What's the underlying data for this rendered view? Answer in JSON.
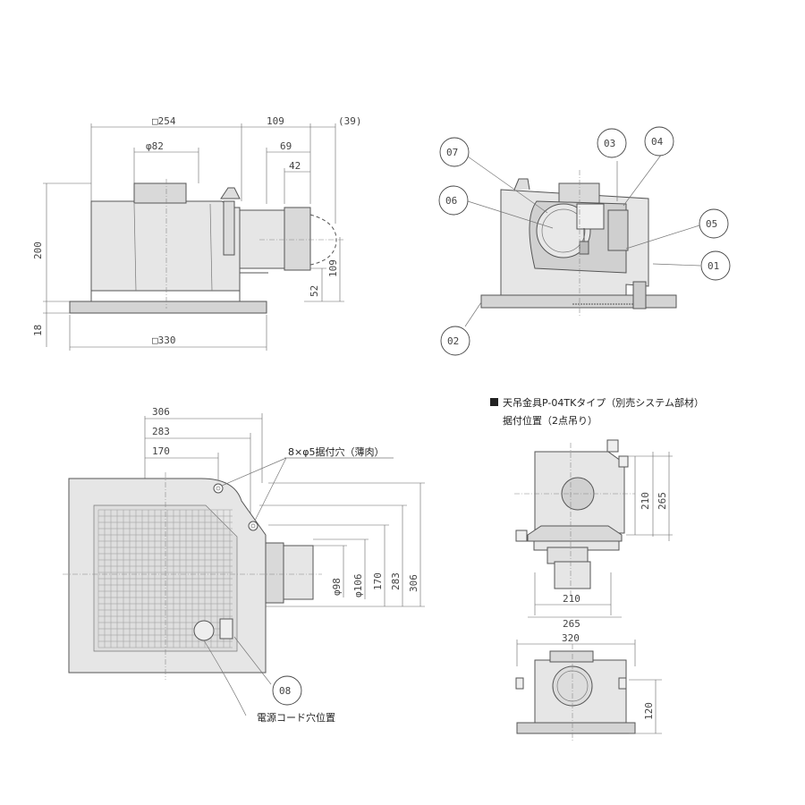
{
  "dimensions": {
    "top_view": {
      "width_254": "□254",
      "d109": "109",
      "d39": "(39)",
      "dia82": "φ82",
      "d69": "69",
      "d42": "42",
      "h200": "200",
      "h18": "18",
      "d52": "52",
      "d109v": "109",
      "width_330": "□330"
    },
    "plan_view": {
      "d306": "306",
      "d283": "283",
      "d170": "170",
      "holes_label": "8×φ5据付穴（薄肉）",
      "dia98": "φ98",
      "dia106": "φ106",
      "v170": "170",
      "v283": "283",
      "v306": "306",
      "cord_label": "電源コード穴位置"
    },
    "bracket": {
      "title_line1": "天吊金具P-04TKタイプ（別売システム部材）",
      "title_line2": "据付位置（2点吊り）",
      "v210": "210",
      "v265": "265",
      "h210": "210",
      "h265": "265",
      "w320": "320",
      "h120": "120"
    }
  },
  "callouts": [
    "01",
    "02",
    "03",
    "04",
    "05",
    "06",
    "07",
    "08"
  ]
}
